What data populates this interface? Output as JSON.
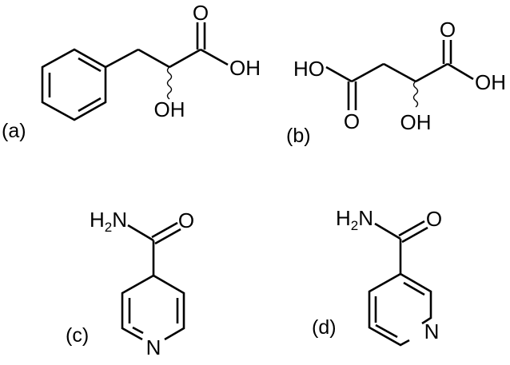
{
  "colors": {
    "ink": "#000000",
    "background": "#ffffff"
  },
  "panels": {
    "a": {
      "label": "(a)",
      "atoms": {
        "carbonyl_o": "O",
        "acid_oh": "OH",
        "hydroxyl": "OH"
      }
    },
    "b": {
      "label": "(b)",
      "atoms": {
        "left_o": "O",
        "left_ho": "HO",
        "right_o": "O",
        "right_oh": "OH",
        "hydroxyl": "OH"
      }
    },
    "c": {
      "label": "(c)",
      "atoms": {
        "h": "H",
        "h_count": "2",
        "n_amide": "N",
        "carbonyl_o": "O",
        "ring_n": "N"
      }
    },
    "d": {
      "label": "(d)",
      "atoms": {
        "h": "H",
        "h_count": "2",
        "n_amide": "N",
        "carbonyl_o": "O",
        "ring_n": "N"
      }
    }
  }
}
